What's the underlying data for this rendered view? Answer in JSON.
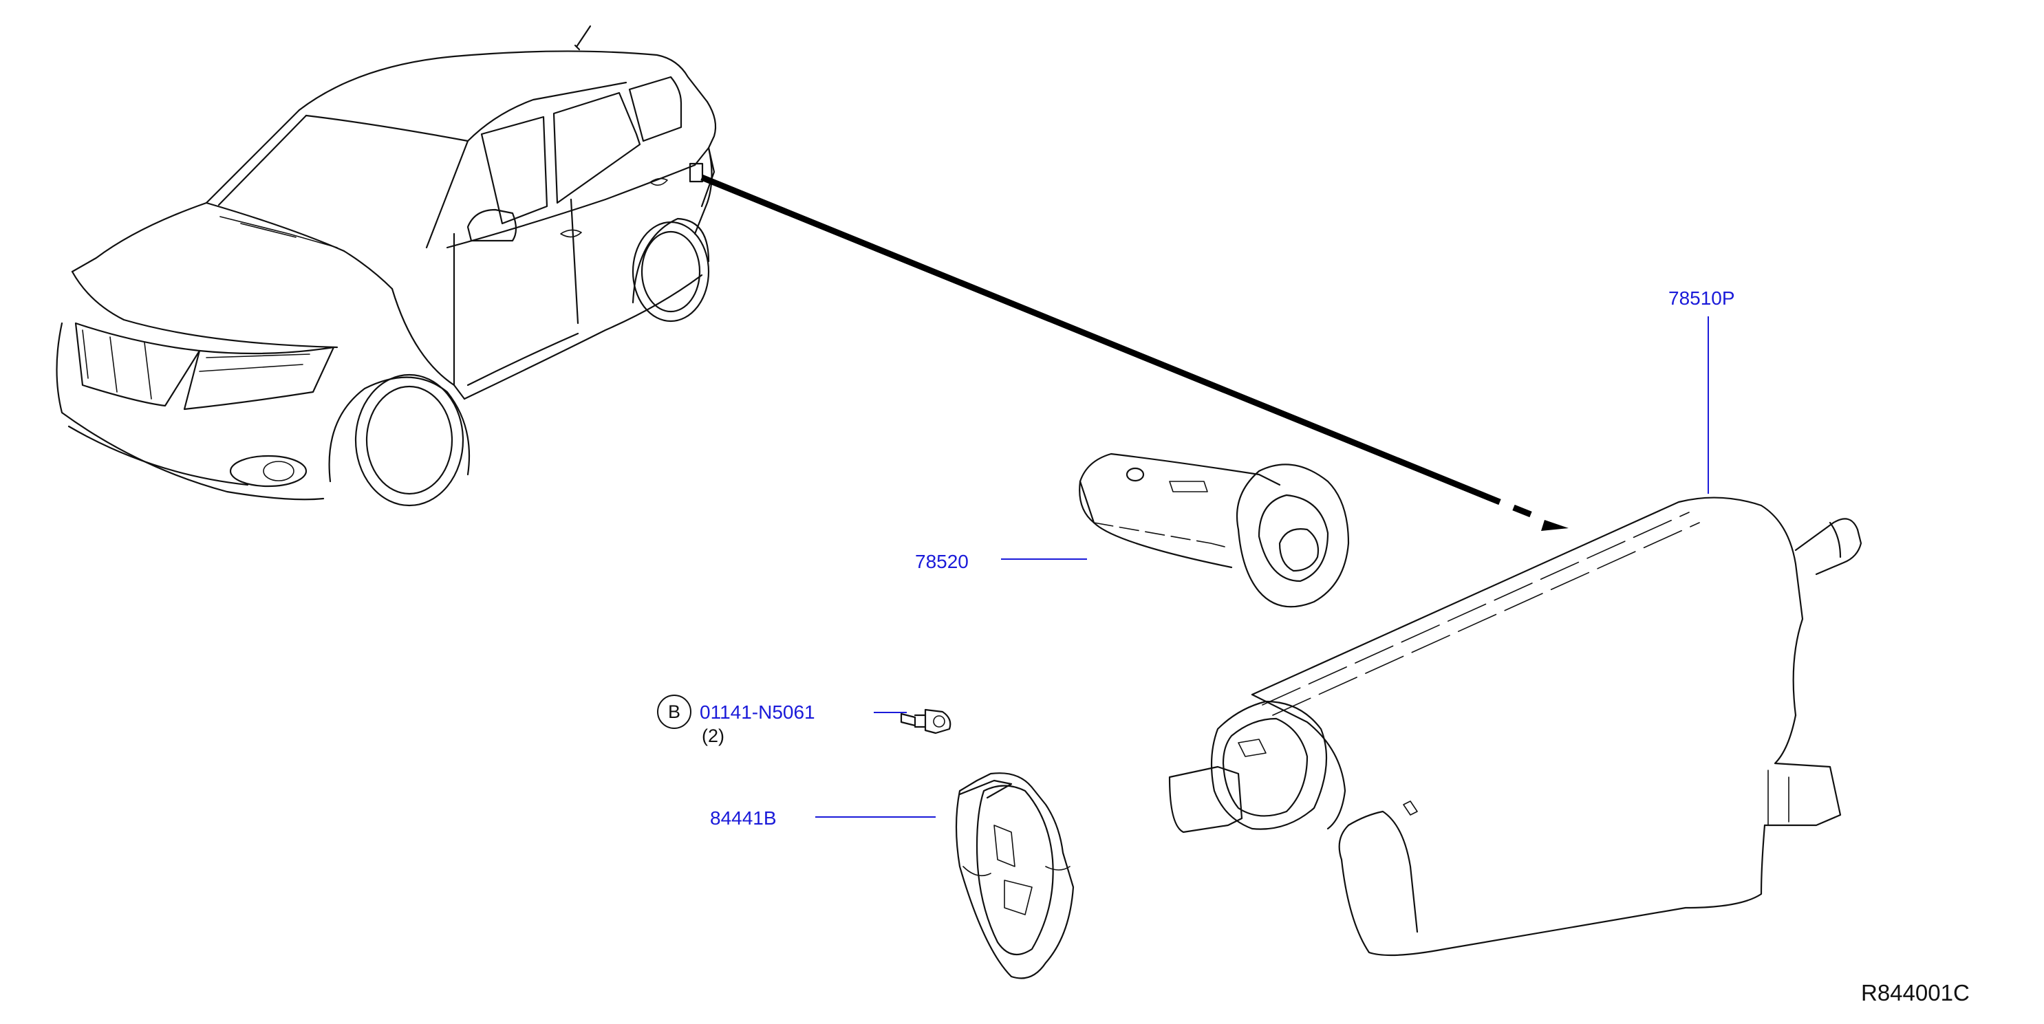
{
  "diagram_code": "R844001C",
  "parts": [
    {
      "id": "lamp",
      "number": "78510P"
    },
    {
      "id": "switch",
      "number": "78520"
    },
    {
      "id": "bolt",
      "number": "01141-N5061",
      "marker": "B",
      "quantity": "(2)"
    },
    {
      "id": "base",
      "number": "84441B"
    }
  ],
  "colors": {
    "callout": "#1a1ad9",
    "line": "#111111",
    "background": "#ffffff"
  }
}
